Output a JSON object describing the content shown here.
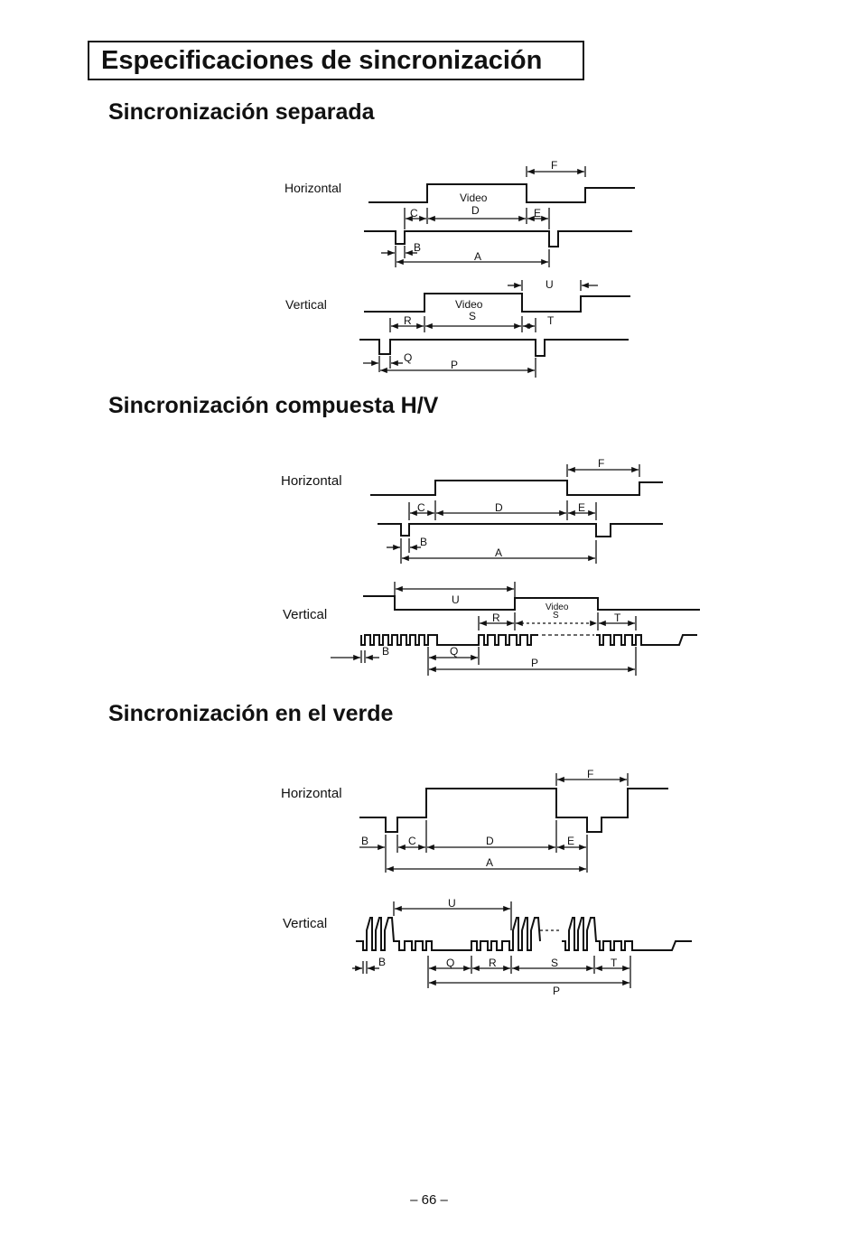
{
  "title": "Especificaciones de sincronización",
  "sections": [
    {
      "title": "Sincronización separada",
      "horizontal_label": "Horizontal",
      "vertical_label": "Vertical",
      "h_video_label": "Video",
      "v_video_label": "Video",
      "letters": {
        "A": "A",
        "B": "B",
        "C": "C",
        "D": "D",
        "E": "E",
        "F": "F",
        "P": "P",
        "Q": "Q",
        "R": "R",
        "S": "S",
        "T": "T",
        "U": "U"
      }
    },
    {
      "title": "Sincronización compuesta H/V",
      "horizontal_label": "Horizontal",
      "vertical_label": "Vertical",
      "v_video_label": "Video",
      "letters": {
        "A": "A",
        "B": "B",
        "C": "C",
        "D": "D",
        "E": "E",
        "F": "F",
        "P": "P",
        "Q": "Q",
        "R": "R",
        "S": "S",
        "T": "T",
        "U": "U",
        "B2": "B"
      }
    },
    {
      "title": "Sincronización en el verde",
      "horizontal_label": "Horizontal",
      "vertical_label": "Vertical",
      "letters": {
        "A": "A",
        "B": "B",
        "C": "C",
        "D": "D",
        "E": "E",
        "F": "F",
        "P": "P",
        "Q": "Q",
        "R": "R",
        "S": "S",
        "T": "T",
        "U": "U",
        "B2": "B"
      }
    }
  ],
  "page_number": "– 66 –"
}
